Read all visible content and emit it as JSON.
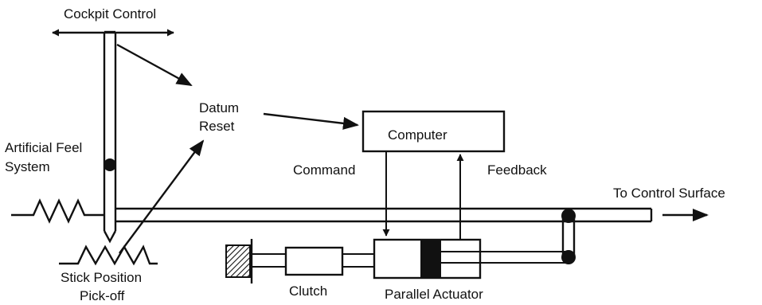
{
  "labels": {
    "cockpit_control": "Cockpit Control",
    "datum_reset_line1": "Datum",
    "datum_reset_line2": "Reset",
    "computer": "Computer",
    "artificial_feel_line1": "Artificial Feel",
    "artificial_feel_line2": "System",
    "command": "Command",
    "feedback": "Feedback",
    "to_control_surface": "To Control Surface",
    "stick_pickoff_line1": "Stick Position",
    "stick_pickoff_line2": "Pick-off",
    "clutch": "Clutch",
    "parallel_actuator": "Parallel Actuator"
  },
  "colors": {
    "ink": "#111111",
    "background": "#ffffff"
  }
}
